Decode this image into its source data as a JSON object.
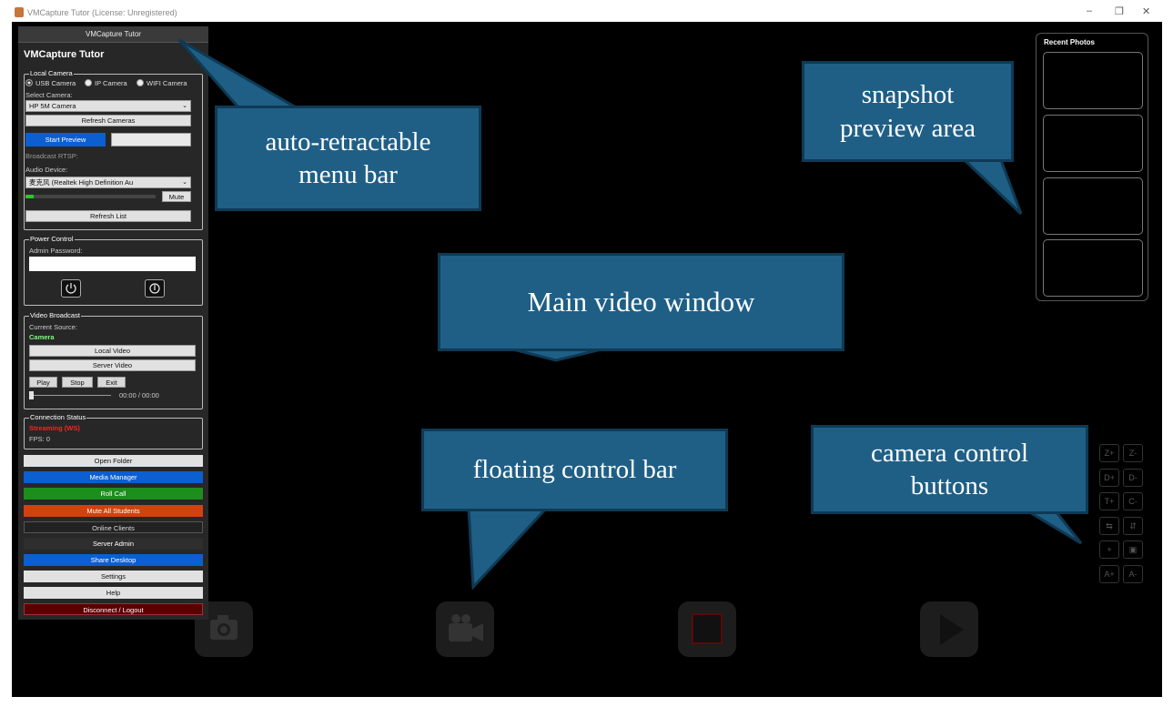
{
  "window": {
    "title": "VMCapture Tutor (License: Unregistered)",
    "minimize": "–",
    "restore": "❐",
    "close": "✕"
  },
  "panel": {
    "header": "VMCapture Tutor",
    "app_name": "VMCapture Tutor",
    "local_camera": {
      "title": "Local Camera",
      "radios": [
        "USB Camera",
        "IP Camera",
        "WIFI Camera"
      ],
      "select_label": "Select Camera:",
      "selected_camera": "HP 5M Camera",
      "refresh_cameras": "Refresh Cameras",
      "start_preview": "Start Preview",
      "broadcast_rtsp": "Broadcast RTSP:",
      "audio_label": "Audio Device:",
      "audio_device": "麦克风 (Realtek High Definition Au",
      "mute": "Mute",
      "refresh_list": "Refresh List",
      "audio_level": 0.06
    },
    "power": {
      "title": "Power Control",
      "password_label": "Admin Password:",
      "password_value": "",
      "power_icon": "power-icon",
      "restart_icon": "restart-icon"
    },
    "broadcast": {
      "title": "Video Broadcast",
      "source_label": "Current Source:",
      "source_value": "Camera",
      "local_video": "Local Video",
      "server_video": "Server Video",
      "play": "Play",
      "stop": "Stop",
      "exit": "Exit",
      "time": "00:00 / 00:00",
      "progress": 0
    },
    "connection": {
      "title": "Connection Status",
      "status": "Streaming (WS)",
      "fps": "FPS: 0"
    },
    "buttons": {
      "open_folder": "Open Folder",
      "media_manager": "Media Manager",
      "roll_call": "Roll Call",
      "mute_all": "Mute All Students",
      "online_clients": "Online Clients",
      "server_admin": "Server Admin",
      "share_desktop": "Share Desktop",
      "settings": "Settings",
      "help": "Help",
      "disconnect": "Disconnect / Logout"
    }
  },
  "recent": {
    "title": "Recent Photos",
    "slots": 4
  },
  "camera_controls": [
    [
      "Z+",
      "Z-"
    ],
    [
      "D+",
      "D-"
    ],
    [
      "T+",
      "C-"
    ],
    [
      "⇆",
      "⇵"
    ],
    [
      "+",
      "▣"
    ],
    [
      "A+",
      "A-"
    ]
  ],
  "control_bar_icons": [
    "camera-icon",
    "video-camera-icon",
    "stop-icon",
    "play-icon"
  ],
  "callouts": {
    "menu": "auto-retractable menu bar",
    "snapshot": "snapshot preview area",
    "main_video": "Main video window",
    "floating": "floating control bar",
    "camera": "camera control buttons"
  },
  "colors": {
    "accent_blue": "#0b5fd0",
    "green": "#1c8e1c",
    "orange": "#d24210",
    "maroon": "#5a0000",
    "status_red": "#ff2020",
    "source_green": "#7cff7c"
  }
}
